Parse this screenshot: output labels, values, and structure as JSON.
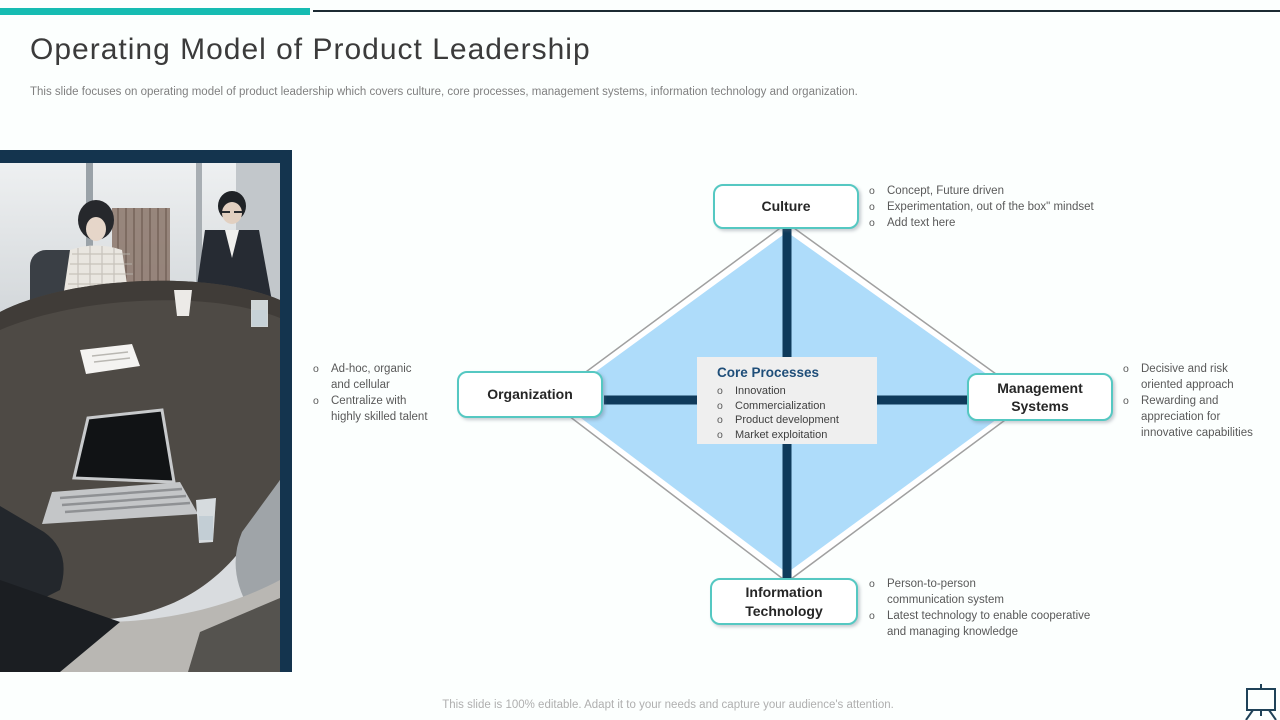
{
  "slide": {
    "title": "Operating Model of Product Leadership",
    "subtitle": "This slide focuses on operating model of product leadership which covers culture, core processes, management systems, information technology and organization.",
    "footer_note": "This slide is 100% editable. Adapt it to your needs and capture your audience's attention."
  },
  "diagram": {
    "bullet_glyph": "o",
    "nodes": {
      "culture": {
        "label": "Culture",
        "bullets": [
          "Concept, Future driven",
          "Experimentation, out of the box\" mindset",
          "Add text here"
        ]
      },
      "organization": {
        "label": "Organization",
        "bullets": [
          "Ad-hoc, organic\nand cellular",
          "Centralize with\nhighly skilled talent"
        ]
      },
      "management_systems": {
        "label": "Management\nSystems",
        "bullets": [
          "Decisive and risk\noriented approach",
          "Rewarding and\nappreciation for\ninnovative capabilities"
        ]
      },
      "information_technology": {
        "label": "Information\nTechnology",
        "bullets": [
          "Person-to-person\ncommunication system",
          "Latest technology to enable cooperative\nand managing knowledge"
        ]
      }
    },
    "center_box": {
      "title": "Core Processes",
      "bullets": [
        "Innovation",
        "Commercialization",
        "Product development",
        "Market exploitation"
      ]
    }
  },
  "colors": {
    "accent_teal": "#16BCB2",
    "navy_cross": "#0E3A5B",
    "diamond_blue": "#AEDCFA",
    "diamond_outline_gray": "#A0A0A0",
    "node_border_teal": "#55C8C2",
    "photo_frame_navy": "#14344E",
    "title_text": "#3B3B3B",
    "body_text": "#595959",
    "center_title_navy": "#1F4E79",
    "footer_text": "#AFAFAF"
  }
}
